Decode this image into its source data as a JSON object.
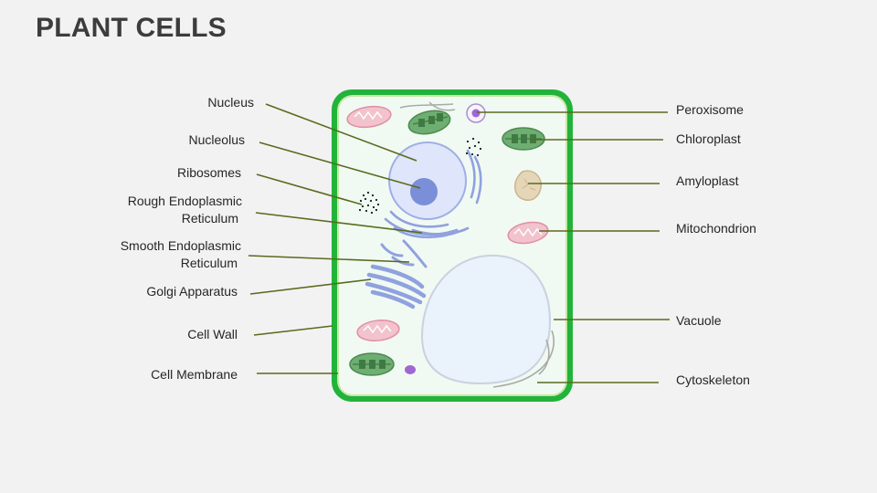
{
  "title": "PLANT CELLS",
  "labels": {
    "nucleus": "Nucleus",
    "nucleolus": "Nucleolus",
    "ribosomes": "Ribosomes",
    "rough_er_1": "Rough Endoplasmic",
    "rough_er_2": "Reticulum",
    "smooth_er_1": "Smooth Endoplasmic",
    "smooth_er_2": "Reticulum",
    "golgi": "Golgi Apparatus",
    "cell_wall": "Cell Wall",
    "cell_membrane": "Cell Membrane",
    "peroxisome": "Peroxisome",
    "chloroplast": "Chloroplast",
    "amyloplast": "Amyloplast",
    "mitochondrion": "Mitochondrion",
    "vacuole": "Vacuole",
    "cytoskeleton": "Cytoskeleton"
  },
  "colors": {
    "cell_wall": "#22b43a",
    "cell_membrane": "#c4e6a2",
    "cytoplasm": "#f1f9f3",
    "leader_line": "#5a6a1e",
    "nucleus": "#dde3fb",
    "nucleolus": "#7a8ed6",
    "er": "#8fa2de",
    "vacuole": "#e9f1fb",
    "chloroplast": "#6fae72",
    "mitochondrion": "#f2c6cf",
    "amyloplast": "#e8d9bd",
    "peroxisome": "#a36ad4"
  }
}
